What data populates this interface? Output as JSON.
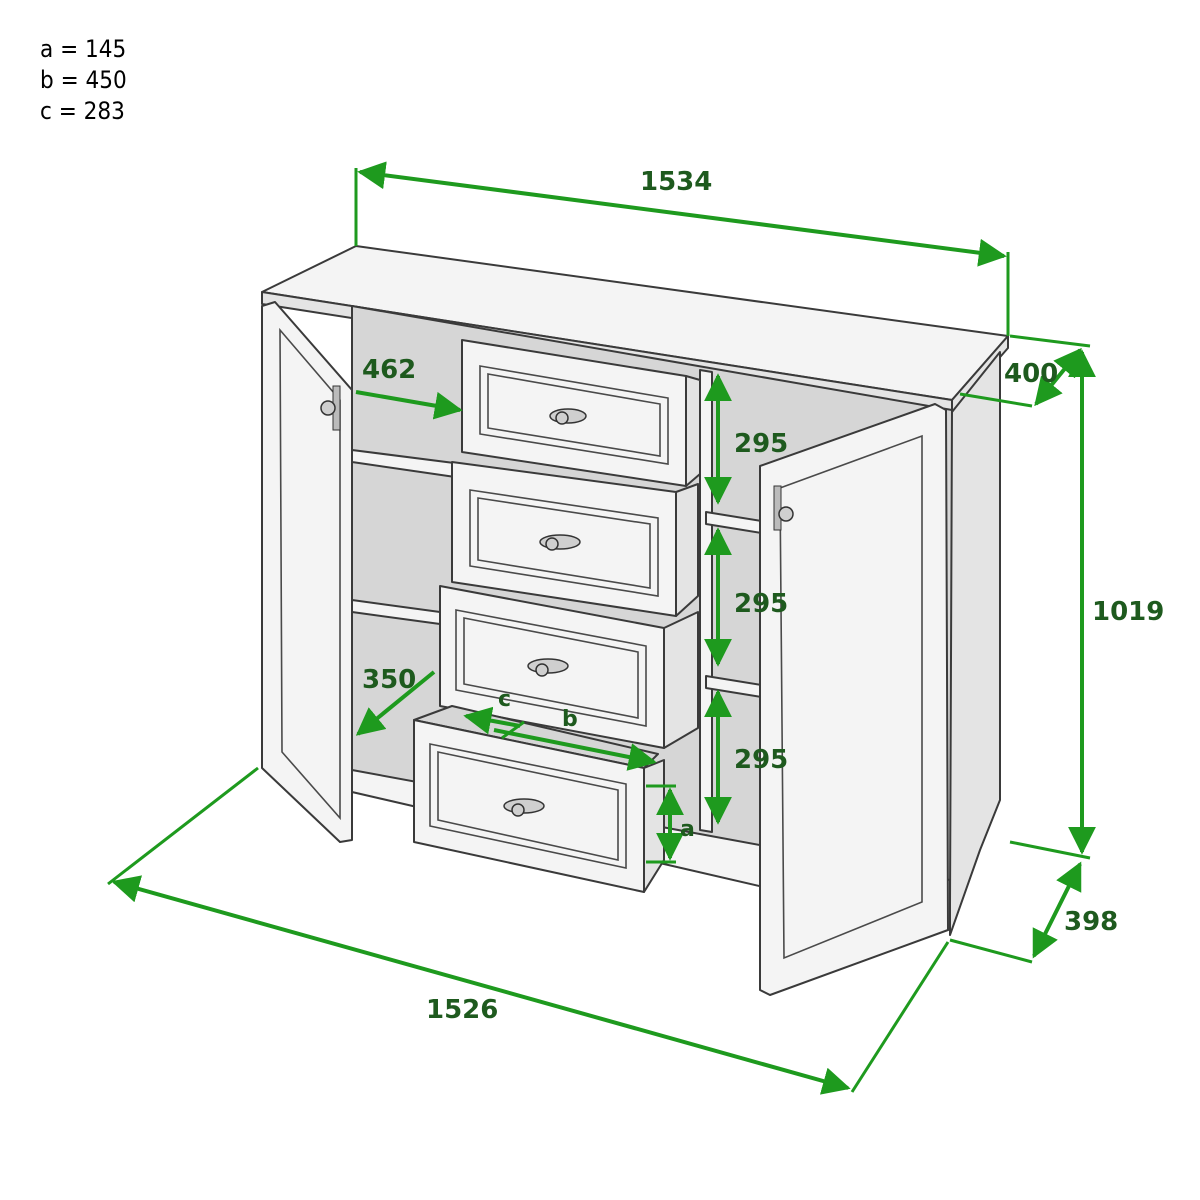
{
  "legend": [
    "a = 145",
    "b = 450",
    "c = 283"
  ],
  "dimensions": {
    "top_width": "1534",
    "top_depth": "400",
    "height": "1019",
    "bottom_depth": "398",
    "bottom_width": "1526",
    "shelf_depth_top": "462",
    "shelf_depth_bottom": "350",
    "shelf_gap_1": "295",
    "shelf_gap_2": "295",
    "shelf_gap_3": "295",
    "label_a": "a",
    "label_b": "b",
    "label_c": "c"
  },
  "colors": {
    "dimension_line": "#1e9a1e",
    "dimension_text": "#1e5a1e"
  }
}
